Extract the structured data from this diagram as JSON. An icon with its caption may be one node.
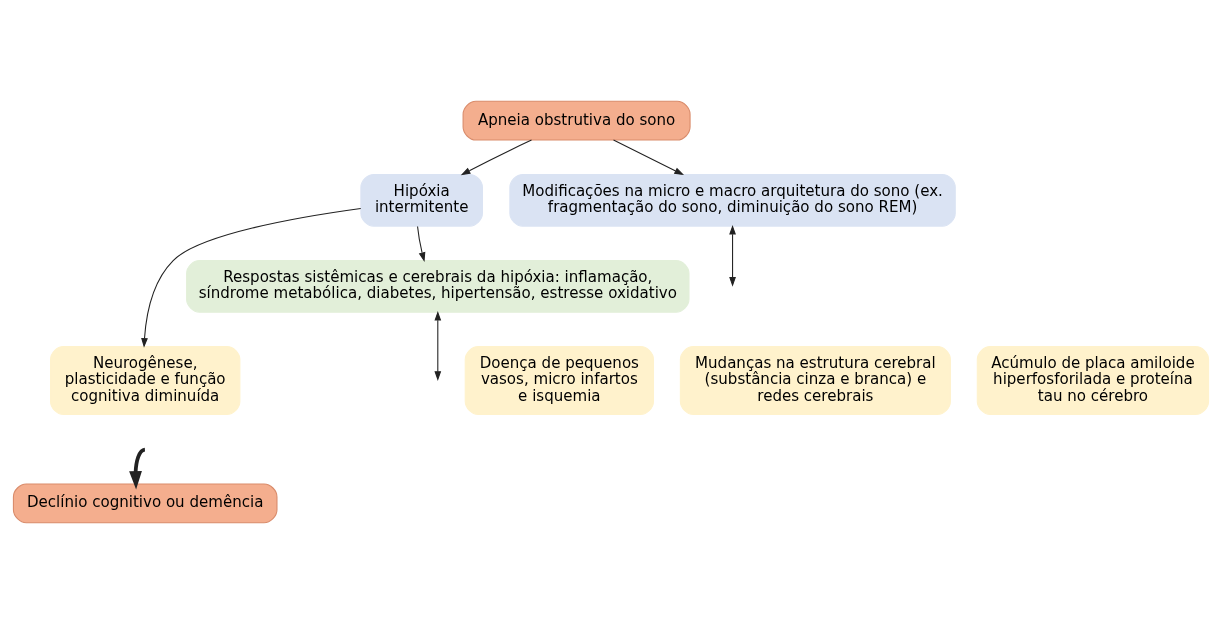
{
  "diagram": {
    "nodes": [
      {
        "text": [
          "Apneia obstrutiva do sono"
        ]
      },
      {
        "text": [
          "Hipóxia intermitente"
        ]
      },
      {
        "text": [
          "Modificações na micro e macro arquitetura do sono (ex. fragmentação do sono, diminuição do sono REM)"
        ]
      },
      {
        "text": [
          "Respostas sistêmicas e cerebrais da hipóxia: inflamação, síndrome metabólica, diabetes, hipertensão, estresse oxidativo"
        ]
      },
      {
        "text": [
          "Neurogênese, plasticidade e função cognitiva diminuída"
        ]
      },
      {
        "text": [
          "Doença de pequenos vasos, micro infartos e isquemia"
        ]
      },
      {
        "text": [
          "Mudanças na estrutura cerebral (substância cinza e branca) e redes cerebrais"
        ]
      },
      {
        "text": [
          "Acúmulo de placa amiloide hiperfosforilada e proteína tau no cérebro"
        ]
      },
      {
        "text": [
          "Declínio cognitivo ou demência"
        ]
      }
    ],
    "edges": [
      {
        "from": 0,
        "to": 1,
        "arrow": "to"
      },
      {
        "from": 0,
        "to": 2,
        "arrow": "to"
      },
      {
        "from": 1,
        "to": 3,
        "arrow": "to"
      },
      {
        "from": 1,
        "to": 4,
        "arrow": "to"
      },
      {
        "from": 3,
        "to": null,
        "arrow": "both"
      },
      {
        "from": 2,
        "to": null,
        "arrow": "both"
      },
      {
        "from": null,
        "to": 8,
        "arrow": "to",
        "style": "thick"
      }
    ]
  }
}
